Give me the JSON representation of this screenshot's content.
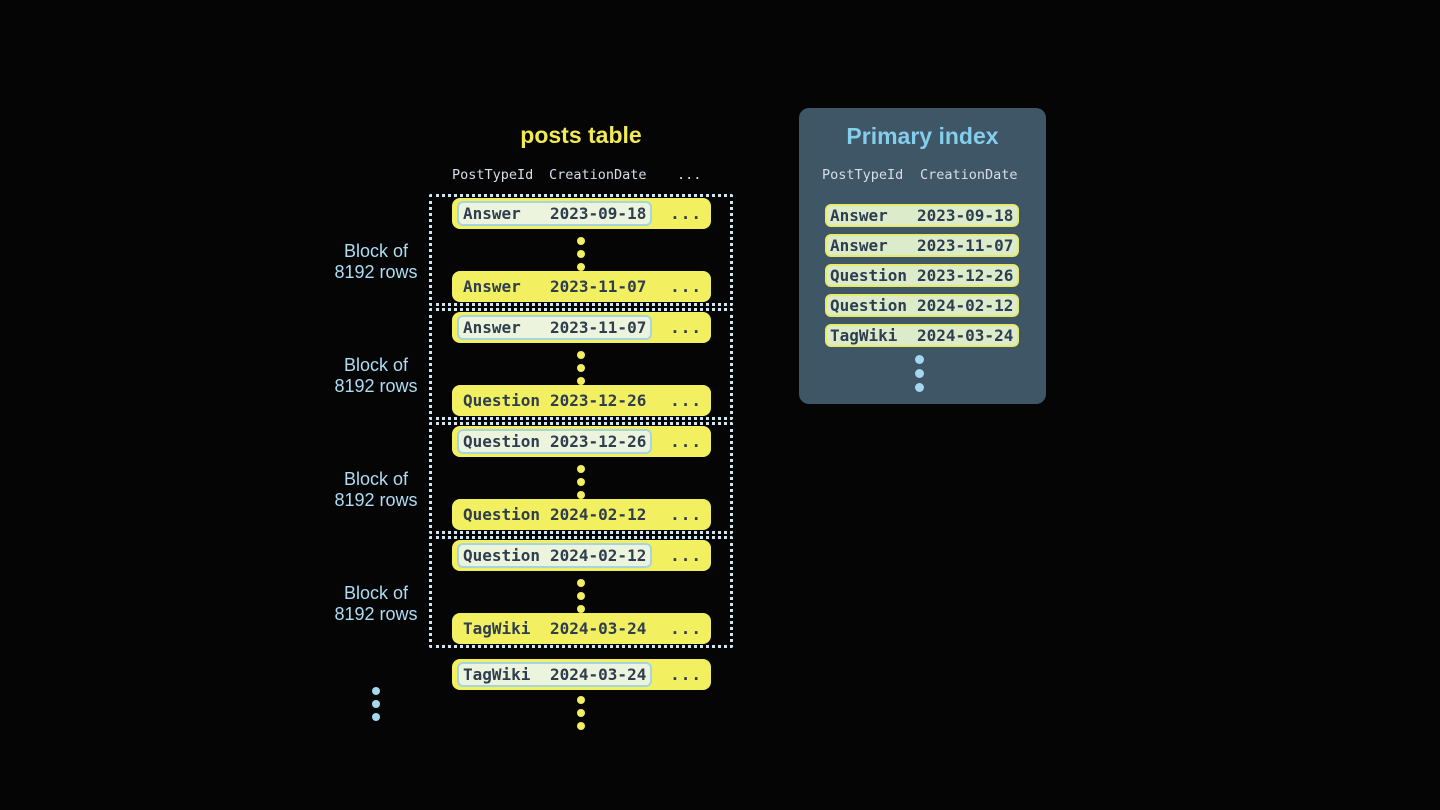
{
  "colors": {
    "background": "#050505",
    "row_yellow": "#f2ef60",
    "row_text": "#2e3d4f",
    "highlight_fill": "#ecf4dd",
    "highlight_border": "#a5d5e2",
    "block_outline": "#cfe7f1",
    "block_label_blue": "#aedcf3",
    "table_title_yellow": "#f2ea55",
    "panel_background": "#3f5666",
    "panel_title_blue": "#82ceec",
    "index_row_fill": "#dcecca",
    "index_row_border": "#e7eb69",
    "header_text": "#d7dee6",
    "dot_blue": "#a5d7ee"
  },
  "posts_table": {
    "title": "posts table",
    "columns": [
      "PostTypeId",
      "CreationDate"
    ],
    "ellipsis": "...",
    "block_label": {
      "line1": "Block of",
      "line2": "8192 rows"
    },
    "blocks": [
      {
        "first": {
          "type": "Answer",
          "date": "2023-09-18"
        },
        "last": {
          "type": "Answer",
          "date": "2023-11-07"
        }
      },
      {
        "first": {
          "type": "Answer",
          "date": "2023-11-07"
        },
        "last": {
          "type": "Question",
          "date": "2023-12-26"
        }
      },
      {
        "first": {
          "type": "Question",
          "date": "2023-12-26"
        },
        "last": {
          "type": "Question",
          "date": "2024-02-12"
        }
      },
      {
        "first": {
          "type": "Question",
          "date": "2024-02-12"
        },
        "last": {
          "type": "TagWiki",
          "date": "2024-03-24"
        }
      }
    ],
    "overflow_row": {
      "type": "TagWiki",
      "date": "2024-03-24"
    }
  },
  "primary_index": {
    "title": "Primary index",
    "columns": [
      "PostTypeId",
      "CreationDate"
    ],
    "rows": [
      {
        "type": "Answer",
        "date": "2023-09-18"
      },
      {
        "type": "Answer",
        "date": "2023-11-07"
      },
      {
        "type": "Question",
        "date": "2023-12-26"
      },
      {
        "type": "Question",
        "date": "2024-02-12"
      },
      {
        "type": "TagWiki",
        "date": "2024-03-24"
      }
    ]
  }
}
